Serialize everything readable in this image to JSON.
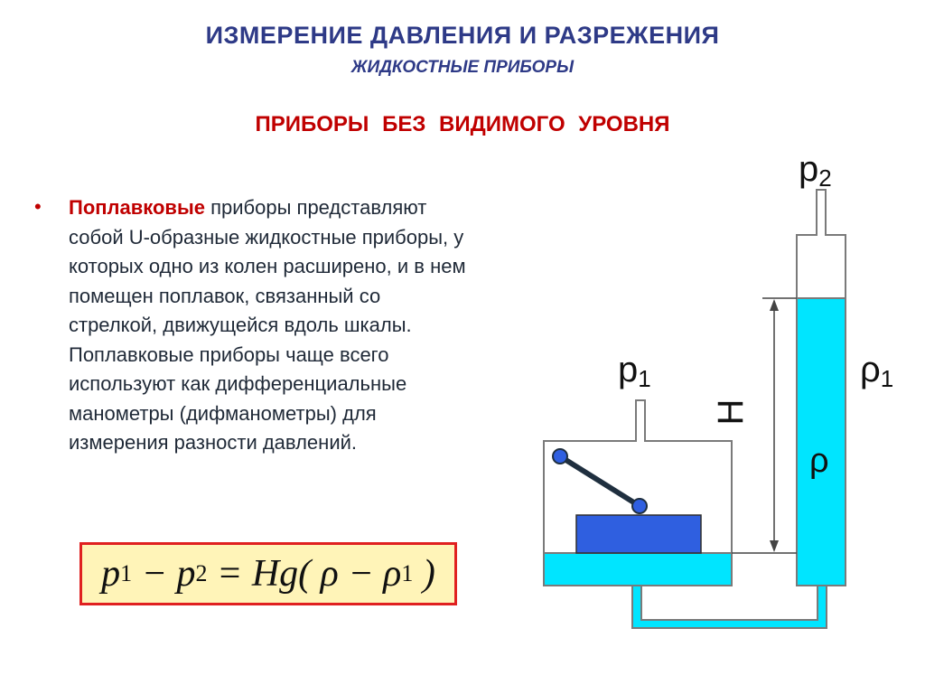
{
  "header": {
    "title": "ИЗМЕРЕНИЕ  ДАВЛЕНИЯ  И  РАЗРЕЖЕНИЯ",
    "subtitle": "ЖИДКОСТНЫЕ  ПРИБОРЫ",
    "section": "ПРИБОРЫ  БЕЗ  ВИДИМОГО  УРОВНЯ"
  },
  "content": {
    "bullet": "•",
    "highlight": "Поплавковые",
    "text": " приборы представляют собой U-образные жидкостные приборы, у которых одно из колен расширено, и в нем помещен поплавок, связанный со стрелкой, движущейся вдоль шкалы. Поплавковые приборы чаще всего используют как дифференциальные манометры (дифманометры) для измерения разности давлений."
  },
  "formula": {
    "p1": "p",
    "p1_sub": "1",
    "minus1": " − ",
    "p2": "p",
    "p2_sub": "2",
    "equals": " = ",
    "hg": "Hg( ",
    "rho": "ρ",
    "minus2": " − ",
    "rho1": "ρ",
    "rho1_sub": "1",
    "close": " )"
  },
  "diagram": {
    "p1_label": "p",
    "p1_sub": "1",
    "p2_label": "p",
    "p2_sub": "2",
    "h_label": "H",
    "rho_label": "ρ",
    "rho1_label": "ρ",
    "rho1_sub": "1",
    "colors": {
      "liquid": "#00e5ff",
      "float": "#2f5fe0",
      "outline": "#7a7a7a"
    }
  }
}
